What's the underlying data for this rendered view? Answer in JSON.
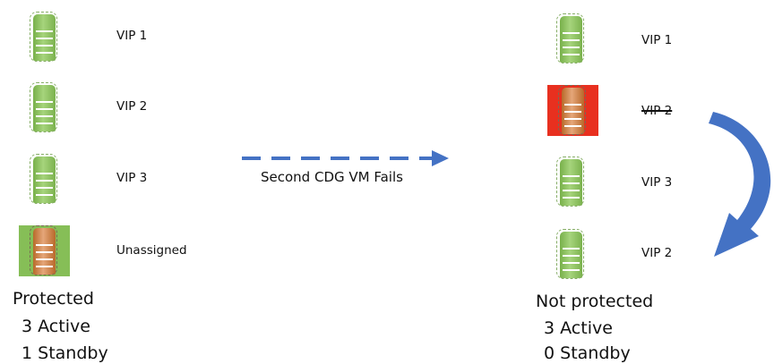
{
  "left_column": {
    "servers": [
      {
        "label": "VIP 1",
        "state": "active"
      },
      {
        "label": "VIP 2",
        "state": "active"
      },
      {
        "label": "VIP 3",
        "state": "active"
      },
      {
        "label": "Unassigned",
        "state": "standby"
      }
    ],
    "status": {
      "line1": "Protected",
      "line2": "3 Active",
      "line3": "1 Standby"
    }
  },
  "transition": {
    "caption": "Second CDG VM Fails",
    "arrow_color": "#4472c4"
  },
  "right_column": {
    "servers": [
      {
        "label": "VIP 1",
        "state": "active"
      },
      {
        "label": "VIP 2",
        "state": "failed"
      },
      {
        "label": "VIP 3",
        "state": "active"
      },
      {
        "label": "VIP 2",
        "state": "active"
      }
    ],
    "status": {
      "line1": "Not protected",
      "line2": "3 Active",
      "line3": "0 Standby"
    }
  },
  "colors": {
    "active": "#8ec562",
    "standby": "#d38c52",
    "failed_background": "#e8301f",
    "standby_background": "#86be57",
    "curved_arrow": "#4472c4"
  },
  "icons": {
    "server": "server-icon",
    "transition_arrow": "dashed-arrow-right-icon",
    "failover_arrow": "curved-arrow-icon"
  }
}
